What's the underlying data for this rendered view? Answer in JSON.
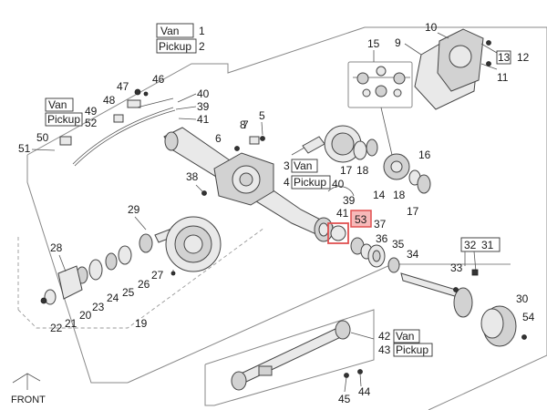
{
  "diagram": {
    "part_numbers": {
      "p1": "1",
      "p2": "2",
      "p3": "3",
      "p4": "4",
      "p5": "5",
      "p6": "6",
      "p7": "7",
      "p8": "8",
      "p9": "9",
      "p10": "10",
      "p11": "11",
      "p12": "12",
      "p13": "13",
      "p14": "14",
      "p15": "15",
      "p16": "16",
      "p17a": "17",
      "p17b": "17",
      "p18a": "18",
      "p18b": "18",
      "p19": "19",
      "p20": "20",
      "p21": "21",
      "p22": "22",
      "p23": "23",
      "p24": "24",
      "p25": "25",
      "p26": "26",
      "p27": "27",
      "p28": "28",
      "p29": "29",
      "p30": "30",
      "p31": "31",
      "p32": "32",
      "p33": "33",
      "p34": "34",
      "p35": "35",
      "p36": "36",
      "p37": "37",
      "p38": "38",
      "p39a": "39",
      "p39b": "39",
      "p40a": "40",
      "p40b": "40",
      "p41a": "41",
      "p41b": "41",
      "p42": "42",
      "p43": "43",
      "p44": "44",
      "p45": "45",
      "p46": "46",
      "p47": "47",
      "p48": "48",
      "p49": "49",
      "p50": "50",
      "p51": "51",
      "p52": "52",
      "p53": "53",
      "p54": "54"
    },
    "variant_labels": {
      "van_top": "Van",
      "pickup_top": "Pickup",
      "van_mid": "Van",
      "pickup_mid": "Pickup",
      "van_left": "Van",
      "pickup_left": "Pickup",
      "van_bottom": "Van",
      "pickup_bottom": "Pickup"
    },
    "front_label": "FRONT",
    "highlighted_part": "53",
    "highlight_color": "#f08080"
  }
}
